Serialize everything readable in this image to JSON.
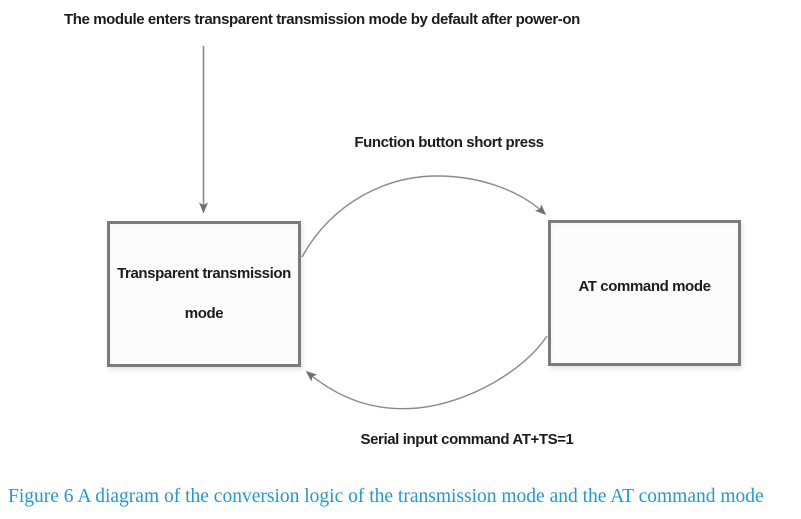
{
  "diagram": {
    "top_note": "The module enters transparent transmission mode by default after power-on",
    "left_box": {
      "line1": "Transparent transmission",
      "line2": "mode"
    },
    "right_box": {
      "label": "AT command mode"
    },
    "transitions": {
      "to_at_mode_label": "Function button short press",
      "to_transparent_mode_label": "Serial input command AT+TS=1"
    },
    "caption": "Figure 6 A diagram of the conversion logic of the transmission mode and the AT command mode",
    "colors": {
      "connector_line": "#8a8a8a",
      "arrowhead": "#6f6f6f",
      "box_border": "#7b7b7b",
      "box_fill": "#fcfcfc",
      "diagram_text": "#1c1c1c",
      "caption_text": "#2199d6",
      "background": "#ffffff"
    }
  }
}
